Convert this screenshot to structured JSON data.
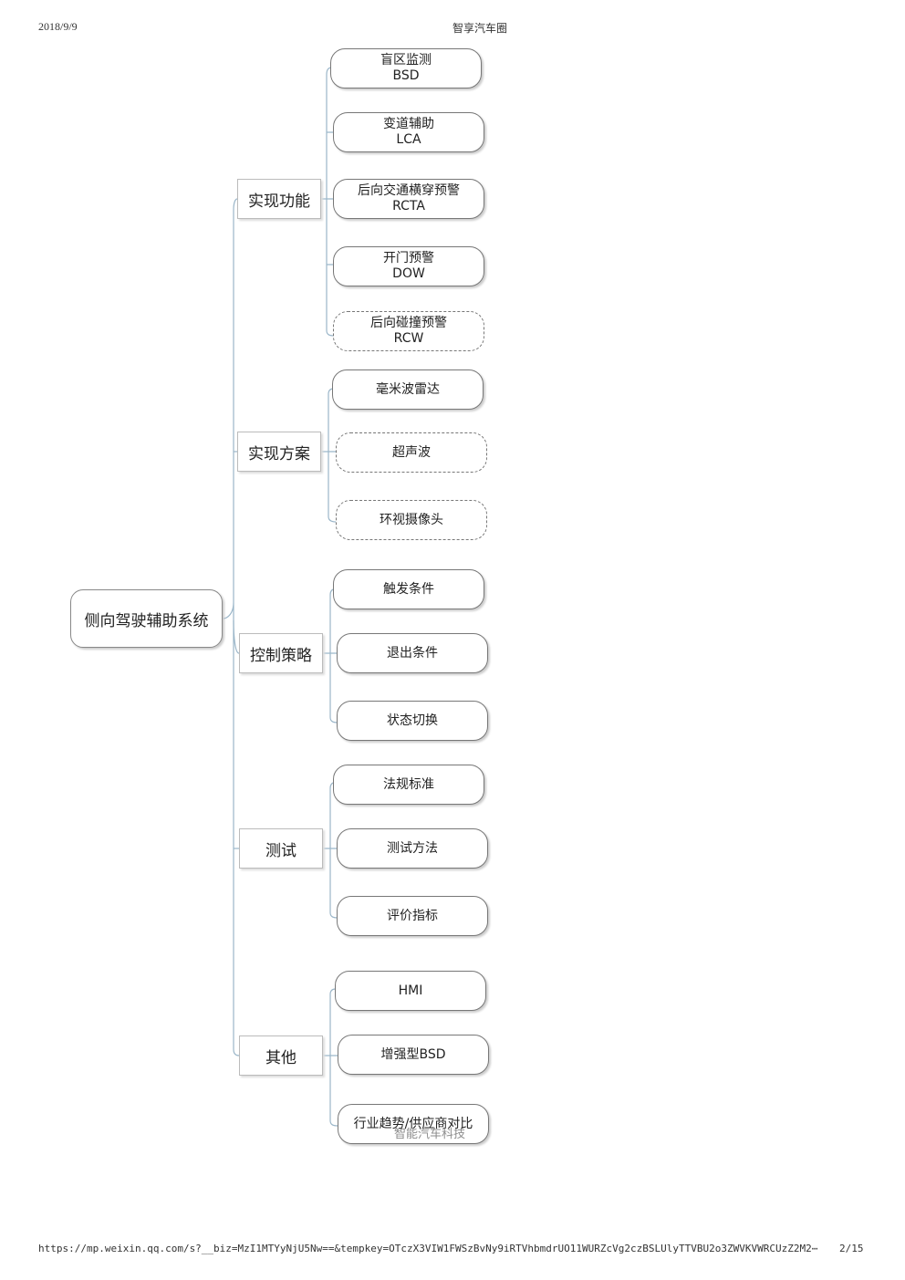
{
  "header": {
    "date": "2018/9/9",
    "title": "智享汽车圈"
  },
  "footer": {
    "url": "https://mp.weixin.qq.com/s?__biz=MzI1MTYyNjU5Nw==&tempkey=OTczX3VIW1FWSzBvNy9iRTVhbmdrUO11WURZcVg2czBSLUlyTTVBU2o3ZWVKVWRCUzZ2M2⋯",
    "page": "2/15"
  },
  "diagram": {
    "root": "侧向驾驶辅助系统",
    "branches": [
      {
        "label": "实现功能",
        "children": [
          {
            "line1": "盲区监测",
            "line2": "BSD",
            "dashed": false
          },
          {
            "line1": "变道辅助",
            "line2": "LCA",
            "dashed": false
          },
          {
            "line1": "后向交通横穿预警",
            "line2": "RCTA",
            "dashed": false
          },
          {
            "line1": "开门预警",
            "line2": "DOW",
            "dashed": false
          },
          {
            "line1": "后向碰撞预警",
            "line2": "RCW",
            "dashed": true
          }
        ]
      },
      {
        "label": "实现方案",
        "children": [
          {
            "line1": "毫米波雷达",
            "dashed": false
          },
          {
            "line1": "超声波",
            "dashed": true
          },
          {
            "line1": "环视摄像头",
            "dashed": true
          }
        ]
      },
      {
        "label": "控制策略",
        "children": [
          {
            "line1": "触发条件",
            "dashed": false
          },
          {
            "line1": "退出条件",
            "dashed": false
          },
          {
            "line1": "状态切换",
            "dashed": false
          }
        ]
      },
      {
        "label": "测试",
        "children": [
          {
            "line1": "法规标准",
            "dashed": false
          },
          {
            "line1": "测试方法",
            "dashed": false
          },
          {
            "line1": "评价指标",
            "dashed": false
          }
        ]
      },
      {
        "label": "其他",
        "children": [
          {
            "line1": "HMI",
            "dashed": false
          },
          {
            "line1": "增强型BSD",
            "dashed": false
          },
          {
            "line1": "行业趋势/供应商对比",
            "dashed": false
          }
        ]
      }
    ]
  },
  "watermark": "智能汽车科技"
}
